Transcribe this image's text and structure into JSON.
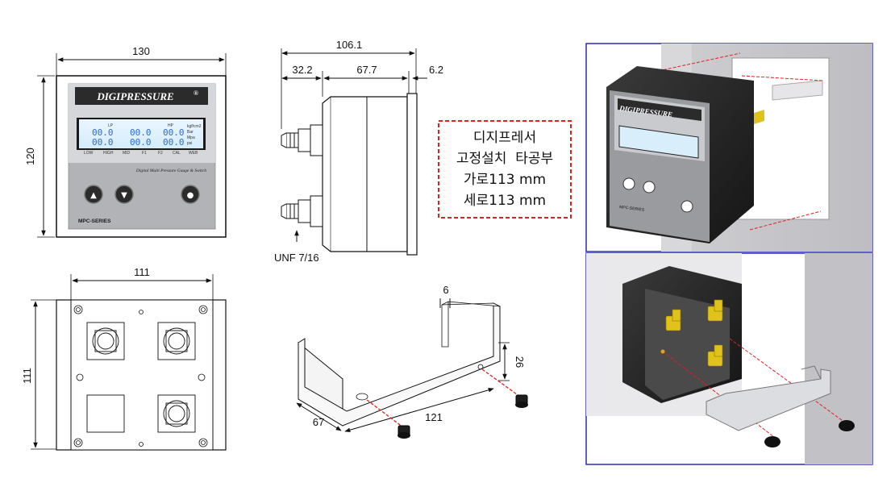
{
  "dimensions": {
    "front_width": "130",
    "front_height": "120",
    "side_total": "106.1",
    "side_a": "32.2",
    "side_b": "67.7",
    "side_c": "6.2",
    "thread": "UNF 7/16",
    "rear_width": "111",
    "rear_height": "111",
    "bracket_thickness": "6",
    "bracket_height": "26",
    "bracket_length": "121",
    "bracket_depth": "67"
  },
  "device": {
    "brand": "DIGIPRESSURE",
    "brand_mark": "®",
    "subtitle": "Digital Multi Pressure Gauge & Switch",
    "series": "MPC-SERIES",
    "lcd_value_1": "00.0",
    "lcd_value_2": "00.0",
    "lcd_value_3": "00.0",
    "lcd_value_4": "00.0",
    "lcd_value_5": "00.0",
    "lcd_value_6": "00.0",
    "lcd_lp": "LP",
    "lcd_hp": "HP",
    "lcd_bottom_labels": [
      "LOW",
      "HIGH",
      "MID",
      "F1",
      "F2",
      "CAL",
      "WEB"
    ],
    "units": [
      "kgf/cm2",
      "Bar",
      "Mpa",
      "psi"
    ],
    "button_up": "▲",
    "button_down": "▼",
    "button_enter": "●"
  },
  "note": {
    "line1": "디지프레서",
    "line2": "고정설치  타공부",
    "line3": "가로113 mm",
    "line4": "세로113 mm"
  },
  "colors": {
    "note_border": "#e02020",
    "panel_border": "#2a2ab8",
    "fitting": "#e0c21a",
    "laser": "#e02020"
  }
}
